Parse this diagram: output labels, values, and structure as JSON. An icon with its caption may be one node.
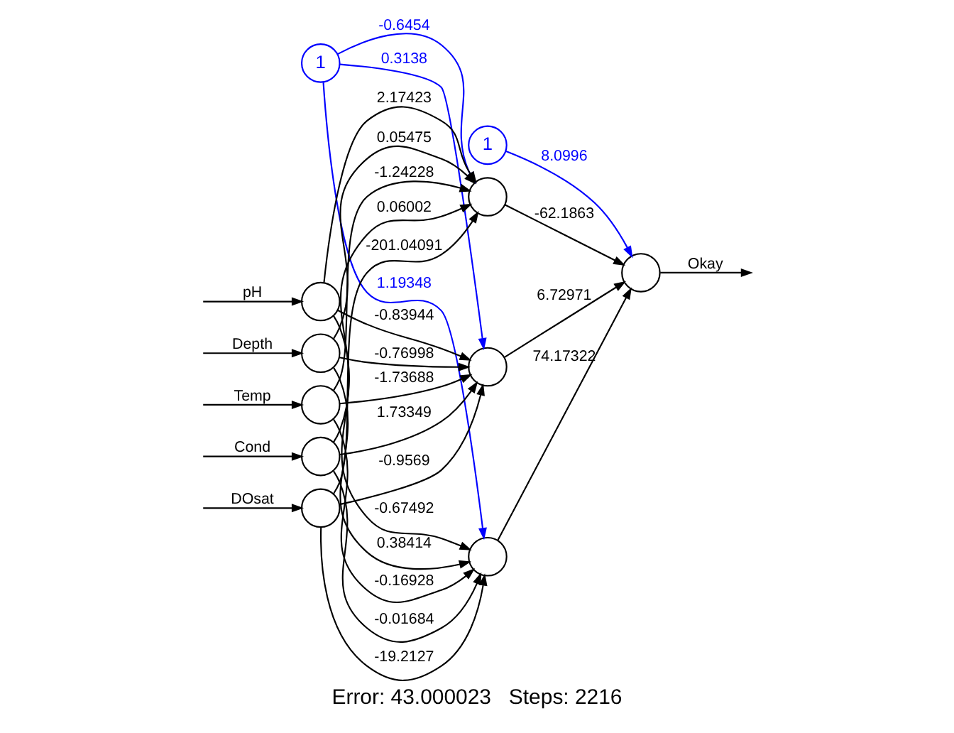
{
  "diagram": {
    "caption": "Error: 43.000023   Steps: 2216",
    "nodes": [
      {
        "text": [
          "1"
        ]
      },
      {
        "text": [
          "1"
        ]
      },
      {
        "text": [],
        "shape": "circle"
      },
      {
        "text": [],
        "shape": "circle"
      },
      {
        "text": [],
        "shape": "circle"
      },
      {
        "text": [],
        "shape": "circle"
      },
      {
        "text": [],
        "shape": "circle"
      },
      {
        "text": [],
        "shape": "circle"
      },
      {
        "text": [],
        "shape": "circle"
      },
      {
        "text": [],
        "shape": "circle"
      },
      {
        "text": [],
        "shape": "circle"
      }
    ],
    "edges": [
      {
        "from": null,
        "to": 2,
        "arrow": "to",
        "label": "DOsat"
      },
      {
        "from": null,
        "to": 3,
        "arrow": "to",
        "label": "pH"
      },
      {
        "from": null,
        "to": 4,
        "arrow": "to",
        "label": "Cond"
      },
      {
        "from": null,
        "to": 5,
        "arrow": "to",
        "label": "Depth"
      },
      {
        "from": null,
        "to": 6,
        "arrow": "to",
        "label": "Temp"
      },
      {
        "from": 2,
        "to": 7,
        "arrow": "to",
        "label": "-201.04091"
      },
      {
        "from": 2,
        "to": 8,
        "arrow": "to",
        "label": "-0.9569"
      },
      {
        "from": 2,
        "to": 9,
        "arrow": "to",
        "label": "-19.2127"
      },
      {
        "from": 3,
        "to": 7,
        "arrow": "to",
        "label": "2.17423"
      },
      {
        "from": 3,
        "to": 8,
        "arrow": "to",
        "label": "-0.83944"
      },
      {
        "from": 3,
        "to": 9,
        "arrow": "to",
        "label": "-0.67492"
      },
      {
        "from": 4,
        "to": 7,
        "arrow": "to",
        "label": "0.06002"
      },
      {
        "from": 4,
        "to": 8,
        "arrow": "to",
        "label": "1.73349"
      },
      {
        "from": 4,
        "to": 9,
        "arrow": "to",
        "label": "-0.01684"
      },
      {
        "from": 5,
        "to": 7,
        "arrow": "to",
        "label": "0.05475"
      },
      {
        "from": 5,
        "to": 8,
        "arrow": "to",
        "label": "-0.76998"
      },
      {
        "from": 5,
        "to": 9,
        "arrow": "to",
        "label": "0.38414"
      },
      {
        "from": 6,
        "to": 7,
        "arrow": "to",
        "label": "-1.24228"
      },
      {
        "from": 6,
        "to": 8,
        "arrow": "to",
        "label": "-1.73688"
      },
      {
        "from": 6,
        "to": 9,
        "arrow": "to",
        "label": "-0.16928"
      },
      {
        "from": 0,
        "to": 7,
        "arrow": "to",
        "label": "-0.6454",
        "color": "#0000ff"
      },
      {
        "from": 0,
        "to": 8,
        "arrow": "to",
        "label": "0.3138",
        "color": "#0000ff"
      },
      {
        "from": 0,
        "to": 9,
        "arrow": "to",
        "label": "1.19348",
        "color": "#0000ff"
      },
      {
        "from": 7,
        "to": 10,
        "arrow": "to",
        "label": "-62.1863"
      },
      {
        "from": 8,
        "to": 10,
        "arrow": "to",
        "label": "6.72971"
      },
      {
        "from": 9,
        "to": 10,
        "arrow": "to",
        "label": "74.17322"
      },
      {
        "from": 1,
        "to": 10,
        "arrow": "to",
        "label": "8.0996",
        "color": "#0000ff"
      },
      {
        "from": 10,
        "to": null,
        "arrow": "to",
        "label": "Okay"
      }
    ]
  }
}
